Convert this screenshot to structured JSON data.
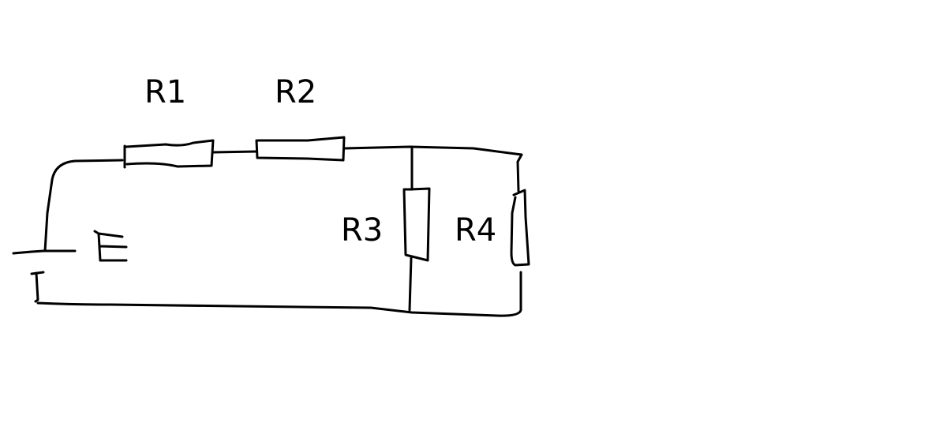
{
  "diagram": {
    "type": "circuit",
    "labels": {
      "r1": "R1",
      "r2": "R2",
      "r3": "R3",
      "r4": "R4",
      "source": "E"
    },
    "colors": {
      "ink": "#000000",
      "background": "#ffffff"
    }
  }
}
